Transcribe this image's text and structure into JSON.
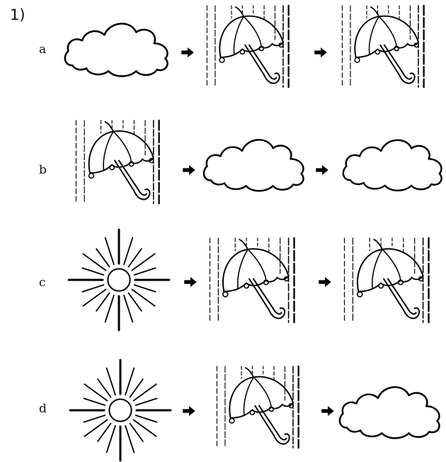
{
  "question_number": "1)",
  "rows": [
    {
      "label": "a",
      "sequence": [
        "cloud-icon",
        "arrow-right-icon",
        "umbrella-rain-icon",
        "arrow-right-icon",
        "umbrella-rain-icon"
      ]
    },
    {
      "label": "b",
      "sequence": [
        "umbrella-rain-icon",
        "arrow-right-icon",
        "cloud-icon",
        "arrow-right-icon",
        "cloud-icon"
      ]
    },
    {
      "label": "c",
      "sequence": [
        "sun-icon",
        "arrow-right-icon",
        "umbrella-rain-icon",
        "arrow-right-icon",
        "umbrella-rain-icon"
      ]
    },
    {
      "label": "d",
      "sequence": [
        "sun-icon",
        "arrow-right-icon",
        "umbrella-rain-icon",
        "arrow-right-icon",
        "cloud-icon"
      ]
    }
  ]
}
